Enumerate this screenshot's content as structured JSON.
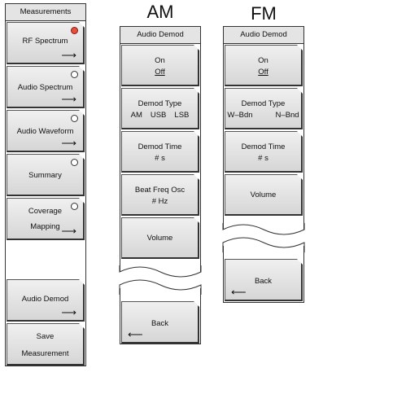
{
  "measurements_menu": {
    "title": "Measurements",
    "items": [
      {
        "label": "RF Spectrum",
        "active": true
      },
      {
        "label": "Audio Spectrum",
        "active": false
      },
      {
        "label": "Audio Waveform",
        "active": false
      },
      {
        "label": "Summary",
        "active": false
      },
      {
        "label": "Coverage",
        "label2": "Mapping",
        "active": false
      }
    ],
    "audio_demod": "Audio Demod",
    "save": {
      "line1": "Save",
      "line2": "Measurement"
    }
  },
  "am": {
    "heading": "AM",
    "title": "Audio Demod",
    "on_off": {
      "on": "On",
      "off": "Off"
    },
    "demod_type": {
      "label": "Demod Type",
      "options": [
        "AM",
        "USB",
        "LSB"
      ]
    },
    "demod_time": {
      "label": "Demod Time",
      "value": "# s"
    },
    "beat_freq": {
      "label": "Beat Freq Osc",
      "value": "# Hz"
    },
    "volume": "Volume",
    "back": "Back"
  },
  "fm": {
    "heading": "FM",
    "title": "Audio Demod",
    "on_off": {
      "on": "On",
      "off": "Off"
    },
    "demod_type": {
      "label": "Demod Type",
      "options": [
        "W–Bdn",
        "N–Bnd"
      ]
    },
    "demod_time": {
      "label": "Demod Time",
      "value": "# s"
    },
    "volume": "Volume",
    "back": "Back"
  },
  "colors": {
    "active_indicator": "#e8503c",
    "key_face": "#e2e2e2",
    "title_bar": "#e4e4e4"
  }
}
